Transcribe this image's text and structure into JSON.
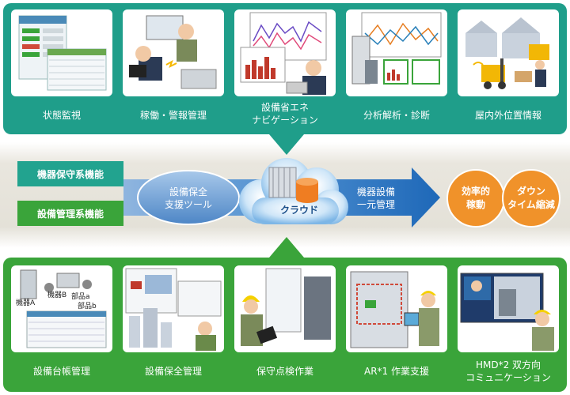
{
  "top_items": [
    {
      "label": "状態監視"
    },
    {
      "label": "稼働・警報管理"
    },
    {
      "label": "設備省エネ\nナビゲーション"
    },
    {
      "label": "分析解析・診断"
    },
    {
      "label": "屋内外位置情報"
    }
  ],
  "bottom_items": [
    {
      "label": "設備台帳管理",
      "card_text": [
        "機器A",
        "機器B",
        "部品a",
        "部品b"
      ]
    },
    {
      "label": "設備保全管理"
    },
    {
      "label": "保守点検作業"
    },
    {
      "label": "AR*1 作業支援"
    },
    {
      "label": "HMD*2 双方向\nコミュニケーション"
    }
  ],
  "functions": {
    "maintenance": "機器保守系機能",
    "management": "設備管理系機能"
  },
  "flow": {
    "tool": "設備保全\n支援ツール",
    "cloud": "クラウド",
    "unify": "機器設備\n一元管理"
  },
  "outcomes": {
    "efficiency": "効率的\n稼動",
    "downtime": "ダウン\nタイム縮減"
  },
  "colors": {
    "top_panel": "#1f9e8a",
    "bottom_panel": "#3aa43a",
    "arrow_blue": "#2a73c4",
    "outcome_orange": "#f0922a"
  }
}
